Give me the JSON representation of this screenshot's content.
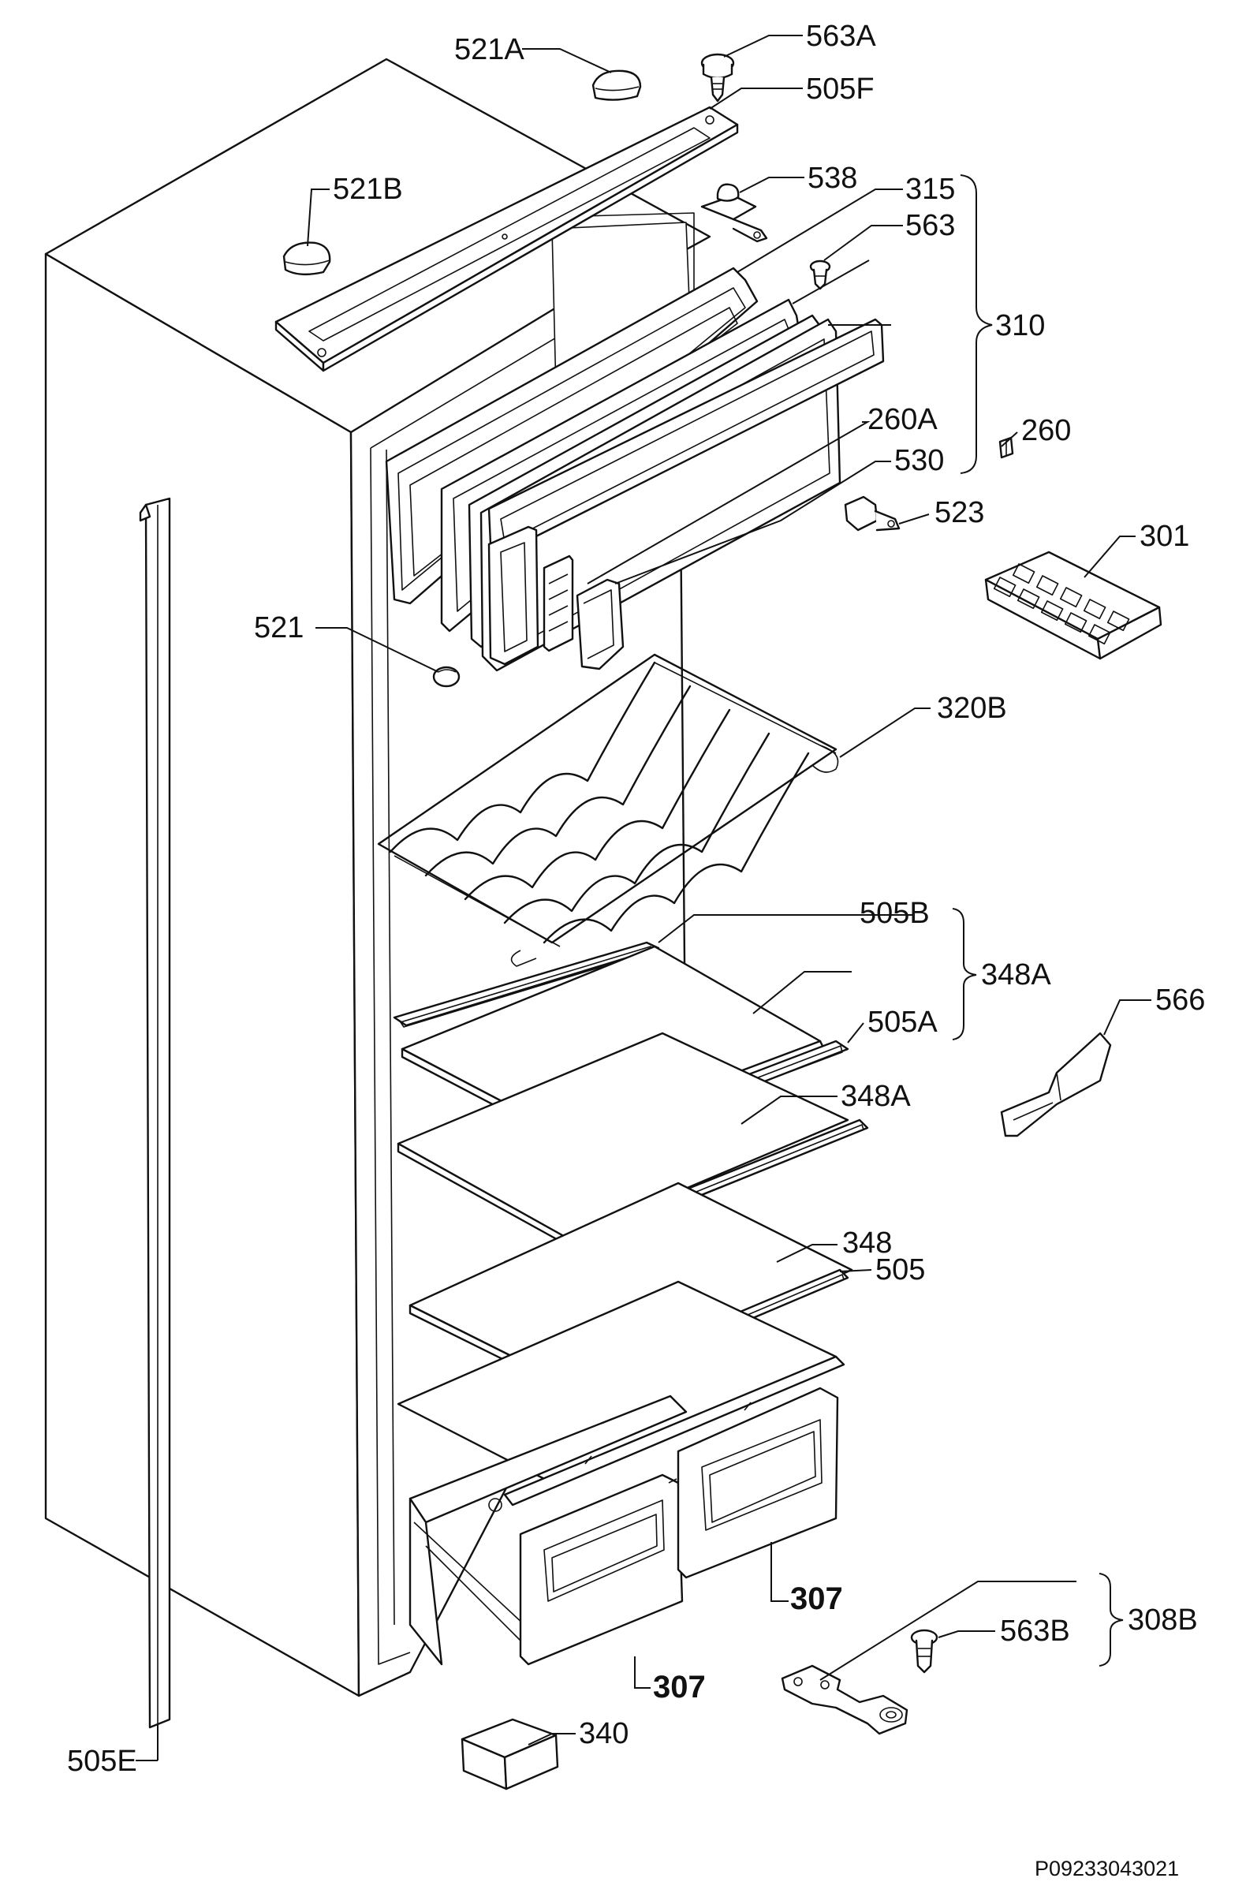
{
  "labels": {
    "l521A": "521A",
    "l563A": "563A",
    "l505F": "505F",
    "l521B": "521B",
    "l538": "538",
    "l315": "315",
    "l563": "563",
    "l310": "310",
    "l260A": "260A",
    "l260": "260",
    "l530": "530",
    "l523": "523",
    "l301": "301",
    "l521": "521",
    "l320B": "320B",
    "l505B": "505B",
    "l348A_1": "348A",
    "l505A": "505A",
    "l566": "566",
    "l348A_2": "348A",
    "l348": "348",
    "l505": "505",
    "l307_1": "307",
    "l307_2": "307",
    "l308B": "308B",
    "l563B": "563B",
    "l340": "340",
    "l505E": "505E"
  },
  "reference_code": "P09233043021"
}
